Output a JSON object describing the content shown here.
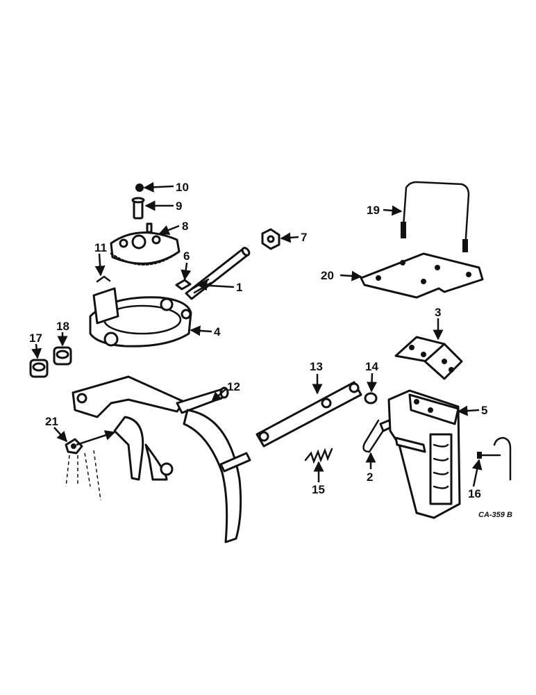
{
  "callouts": [
    "1",
    "2",
    "3",
    "4",
    "5",
    "6",
    "7",
    "8",
    "9",
    "10",
    "11",
    "12",
    "13",
    "14",
    "15",
    "16",
    "17",
    "18",
    "19",
    "20",
    "21"
  ],
  "drawing_ref": "CA-359 B"
}
